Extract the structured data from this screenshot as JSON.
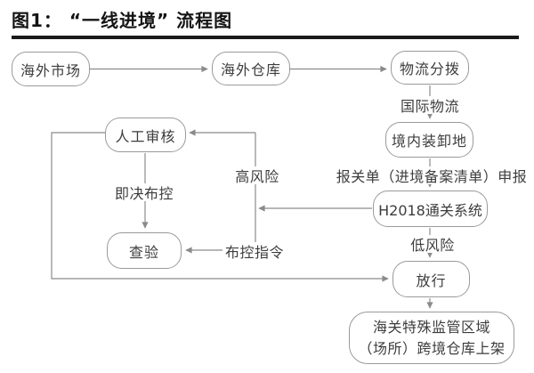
{
  "title": "图1： “一线进境” 流程图",
  "nodes": {
    "overseas_market": {
      "label": "海外市场"
    },
    "overseas_warehouse": {
      "label": "海外仓库"
    },
    "logistics_distribution": {
      "label": "物流分拨"
    },
    "domestic_loading": {
      "label": "境内装卸地"
    },
    "h2018_system": {
      "label": "H2018通关系统"
    },
    "release": {
      "label": "放行"
    },
    "bonded_warehouse": {
      "line1": "海关特殊监管区域",
      "line2": "（场所）跨境仓库上架"
    },
    "manual_review": {
      "label": "人工审核"
    },
    "inspection": {
      "label": "查验"
    }
  },
  "edge_labels": {
    "international_logistics": "国际物流",
    "customs_declaration": "报关单（进境备案清单）申报",
    "low_risk": "低风险",
    "high_risk": "高风险",
    "instant_control": "即决布控",
    "control_instruction": "布控指令"
  },
  "edges": [
    {
      "from": "海外市场",
      "to": "海外仓库"
    },
    {
      "from": "海外仓库",
      "to": "物流分拨"
    },
    {
      "from": "物流分拨",
      "to": "境内装卸地",
      "label": "国际物流"
    },
    {
      "from": "境内装卸地",
      "to": "H2018通关系统",
      "label": "报关单（进境备案清单）申报"
    },
    {
      "from": "H2018通关系统",
      "to": "放行",
      "label": "低风险"
    },
    {
      "from": "H2018通关系统",
      "to": "人工审核",
      "label": "高风险"
    },
    {
      "from": "H2018通关系统",
      "to": "查验",
      "label": "布控指令"
    },
    {
      "from": "人工审核",
      "to": "查验",
      "label": "即决布控"
    },
    {
      "from": "人工审核",
      "to": "放行"
    },
    {
      "from": "放行",
      "to": "海关特殊监管区域（场所）跨境仓库上架"
    }
  ],
  "colors": {
    "bg": "#ffffff",
    "title_color": "#141414",
    "rule_color": "#1a1a1a",
    "line_color": "#8b8b8b",
    "box_border": "#9a9a9a",
    "box_text": "#3d3d3d"
  }
}
